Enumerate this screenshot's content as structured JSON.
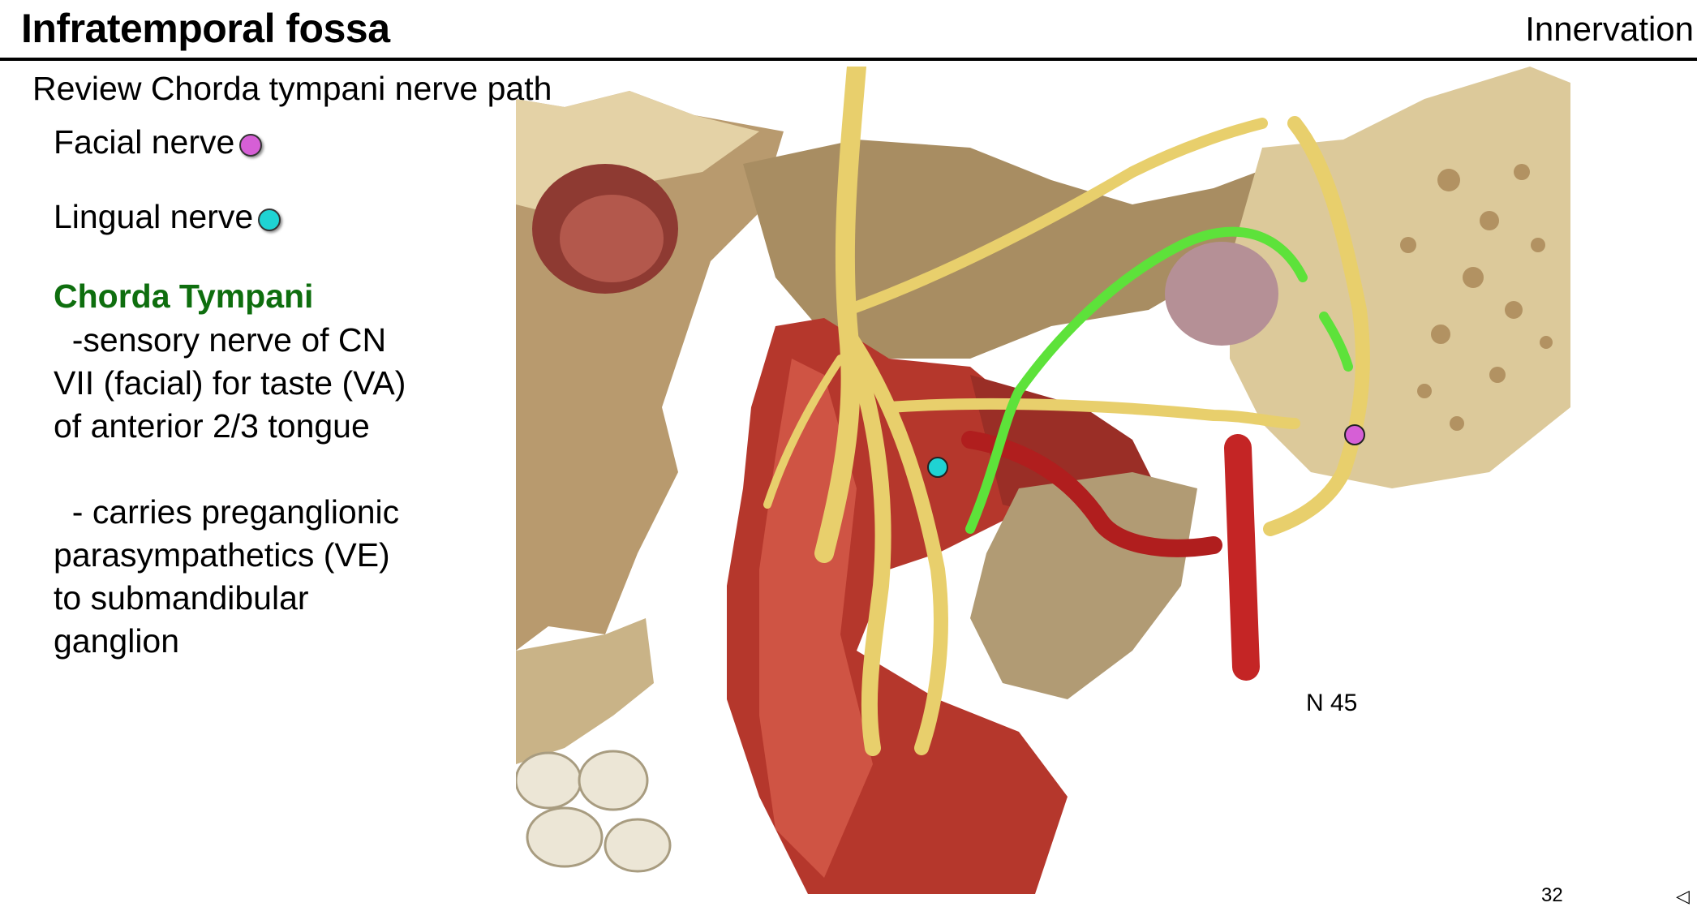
{
  "header": {
    "title": "Infratemporal fossa",
    "section": "Innervation"
  },
  "subtitle": "Review Chorda tympani nerve path",
  "legend": [
    {
      "label": "Facial nerve",
      "color": "#d65fd6"
    },
    {
      "label": "Lingual nerve",
      "color": "#1fd3d3"
    }
  ],
  "chorda": {
    "heading": "Chorda Tympani",
    "heading_color": "#0e6e0e",
    "lines": [
      "  -sensory nerve of CN",
      "VII (facial) for taste (VA)",
      "of anterior 2/3 tongue",
      "",
      "  - carries preganglionic",
      "parasympathetics (VE)",
      "to submandibular",
      "ganglion"
    ]
  },
  "figure": {
    "label": "N 45",
    "path_color": "#5de23a"
  },
  "footer": {
    "page_number": "32",
    "corner_mark": "◁"
  }
}
